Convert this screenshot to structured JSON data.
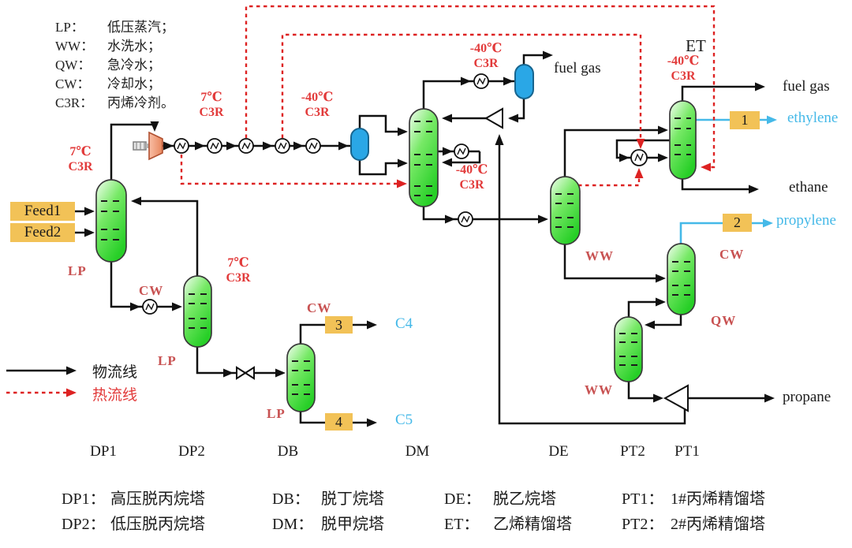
{
  "abbreviations": [
    {
      "key": "LP：",
      "value": "低压蒸汽；"
    },
    {
      "key": "WW：",
      "value": "水洗水；"
    },
    {
      "key": "QW：",
      "value": "急冷水；"
    },
    {
      "key": "CW：",
      "value": "冷却水；"
    },
    {
      "key": "C3R：",
      "value": "丙烯冷剂。"
    }
  ],
  "stream_legend": {
    "material": "物流线",
    "heat": "热流线"
  },
  "feed_tags": {
    "feed1": "Feed1",
    "feed2": "Feed2"
  },
  "temp_labels": {
    "dp1": {
      "temp": "7℃",
      "medium": "C3R"
    },
    "train_mid": {
      "temp": "7℃",
      "medium": "C3R"
    },
    "train_cold": {
      "temp": "-40℃",
      "medium": "C3R"
    },
    "dm_overhead": {
      "temp": "-40℃",
      "medium": "C3R"
    },
    "dm_side": {
      "temp": "-40℃",
      "medium": "C3R"
    },
    "dp2": {
      "temp": "7℃",
      "medium": "C3R"
    },
    "et": {
      "temp": "-40℃",
      "medium": "C3R"
    }
  },
  "utility_labels": {
    "dp1": "LP",
    "dp2": "LP",
    "db": "LP",
    "dp1_cond": "CW",
    "db_cond": "CW",
    "de": "WW",
    "pt2": "WW",
    "pt1_cond": "CW",
    "pt1_reb": "QW"
  },
  "column_labels": {
    "dp1": "DP1",
    "dp2": "DP2",
    "db": "DB",
    "dm": "DM",
    "de": "DE",
    "pt2": "PT2",
    "pt1": "PT1",
    "et": "ET"
  },
  "product_labels": {
    "fuel_gas_dm": "fuel gas",
    "fuel_gas_et": "fuel gas",
    "ethylene": "ethylene",
    "ethane": "ethane",
    "propylene": "propylene",
    "propane": "propane",
    "c4": "C4",
    "c5": "C5"
  },
  "stream_number_tags": {
    "tag1": "1",
    "tag2": "2",
    "tag3": "3",
    "tag4": "4"
  },
  "glossary": [
    {
      "key": "DP1：",
      "value": "高压脱丙烷塔"
    },
    {
      "key": "DP2：",
      "value": "低压脱丙烷塔"
    },
    {
      "key": "DB：",
      "value": "脱丁烷塔"
    },
    {
      "key": "DM：",
      "value": "脱甲烷塔"
    },
    {
      "key": "DE：",
      "value": "脱乙烷塔"
    },
    {
      "key": "ET：",
      "value": "乙烯精馏塔"
    },
    {
      "key": "PT1：",
      "value": "1#丙烯精馏塔"
    },
    {
      "key": "PT2：",
      "value": "2#丙烯精馏塔"
    }
  ],
  "colors": {
    "process_line": "#111111",
    "heat_line": "#dd2222",
    "product_cyan": "#45b9e8",
    "column_green": "#33d633",
    "vessel_blue": "#2aa7e6",
    "tag_yellow": "#f2c257",
    "utility_red": "#c85252",
    "temp_red": "#e23b3b"
  }
}
